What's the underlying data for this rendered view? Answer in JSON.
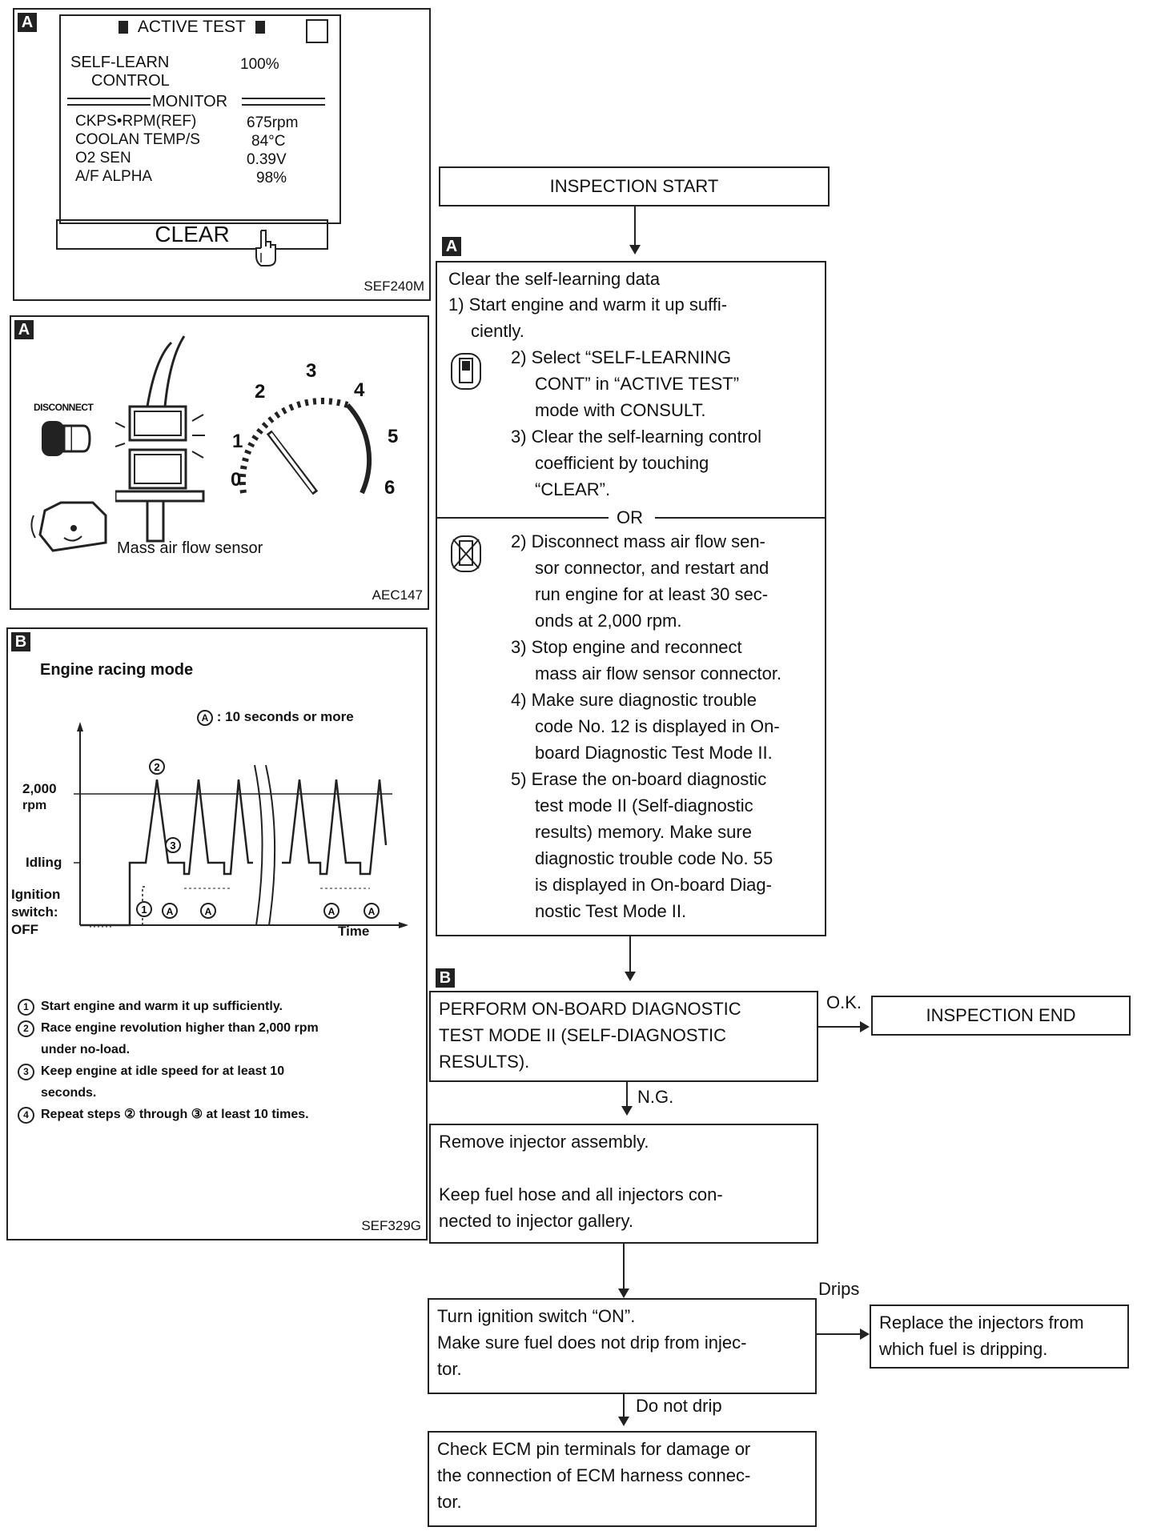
{
  "panel_active_test": {
    "tag": "A",
    "title": "ACTIVE TEST",
    "self_learn_label_1": "SELF-LEARN",
    "self_learn_label_2": "CONTROL",
    "self_learn_value": "100%",
    "monitor_label": "MONITOR",
    "rows": [
      {
        "label": "CKPS•RPM(REF)",
        "value": "675rpm"
      },
      {
        "label": "COOLAN TEMP/S",
        "value": "84°C"
      },
      {
        "label": "O2 SEN",
        "value": "0.39V"
      },
      {
        "label": "A/F ALPHA",
        "value": "98%"
      }
    ],
    "clear_button": "CLEAR",
    "code": "SEF240M"
  },
  "panel_maf": {
    "tag": "A",
    "disconnect_label": "DISCONNECT",
    "gauge_numbers": [
      "0",
      "1",
      "2",
      "3",
      "4",
      "5",
      "6"
    ],
    "caption": "Mass air flow sensor",
    "code": "AEC147"
  },
  "panel_racing": {
    "tag": "B",
    "title": "Engine racing mode",
    "legend_mark": "A",
    "legend_text": ":  10 seconds or more",
    "y_2000": "2,000",
    "y_rpm": "rpm",
    "y_idling": "Idling",
    "y_ign_1": "Ignition",
    "y_ign_2": "switch:",
    "y_ign_3": "OFF",
    "x_time": "Time",
    "notes": [
      {
        "num": "1",
        "text": "Start engine and warm it up sufficiently."
      },
      {
        "num": "2",
        "text": "Race engine revolution higher than 2,000 rpm"
      },
      {
        "num": "",
        "text": "under no-load."
      },
      {
        "num": "3",
        "text": "Keep engine at idle speed for at least 10"
      },
      {
        "num": "",
        "text": "seconds."
      },
      {
        "num": "4",
        "text": "Repeat steps ② through ③ at least 10 times."
      }
    ],
    "code": "SEF329G"
  },
  "flow": {
    "start": "INSPECTION START",
    "tag_a": "A",
    "tag_b": "B",
    "clear_title": "Clear the self-learning data",
    "step1a": "1) Start engine and warm it up suffi-",
    "step1b": "ciently.",
    "consult_steps": [
      "2) Select “SELF-LEARNING",
      "CONT” in “ACTIVE TEST”",
      "mode with CONSULT.",
      "3) Clear the self-learning control",
      "coefficient by touching",
      "“CLEAR”."
    ],
    "or_label": "OR",
    "alt_steps": [
      "2) Disconnect mass air flow sen-",
      "sor connector, and restart and",
      "run engine for at least 30 sec-",
      "onds at 2,000 rpm.",
      "3) Stop engine and reconnect",
      "mass air flow sensor connector.",
      "4) Make sure diagnostic trouble",
      "code No. 12 is displayed in On-",
      "board Diagnostic Test Mode II.",
      "5) Erase the on-board diagnostic",
      "test mode II (Self-diagnostic",
      "results) memory. Make sure",
      "diagnostic trouble code No. 55",
      "is displayed in On-board Diag-",
      "nostic Test Mode II."
    ],
    "perform_lines": [
      "PERFORM ON-BOARD DIAGNOSTIC",
      "TEST MODE II (SELF-DIAGNOSTIC",
      "RESULTS)."
    ],
    "ok_label": "O.K.",
    "end": "INSPECTION END",
    "ng_label": "N.G.",
    "remove_lines": [
      "Remove injector assembly.",
      "",
      "Keep fuel hose and all injectors con-",
      "nected to injector gallery."
    ],
    "turn_lines": [
      "Turn ignition switch “ON”.",
      "Make sure fuel does not drip from injec-",
      "tor."
    ],
    "drips_label": "Drips",
    "replace_lines": [
      "Replace the injectors from",
      "which fuel is dripping."
    ],
    "no_drip_label": "Do not drip",
    "check_lines": [
      "Check ECM pin terminals for damage or",
      "the connection of ECM harness connec-",
      "tor."
    ]
  }
}
